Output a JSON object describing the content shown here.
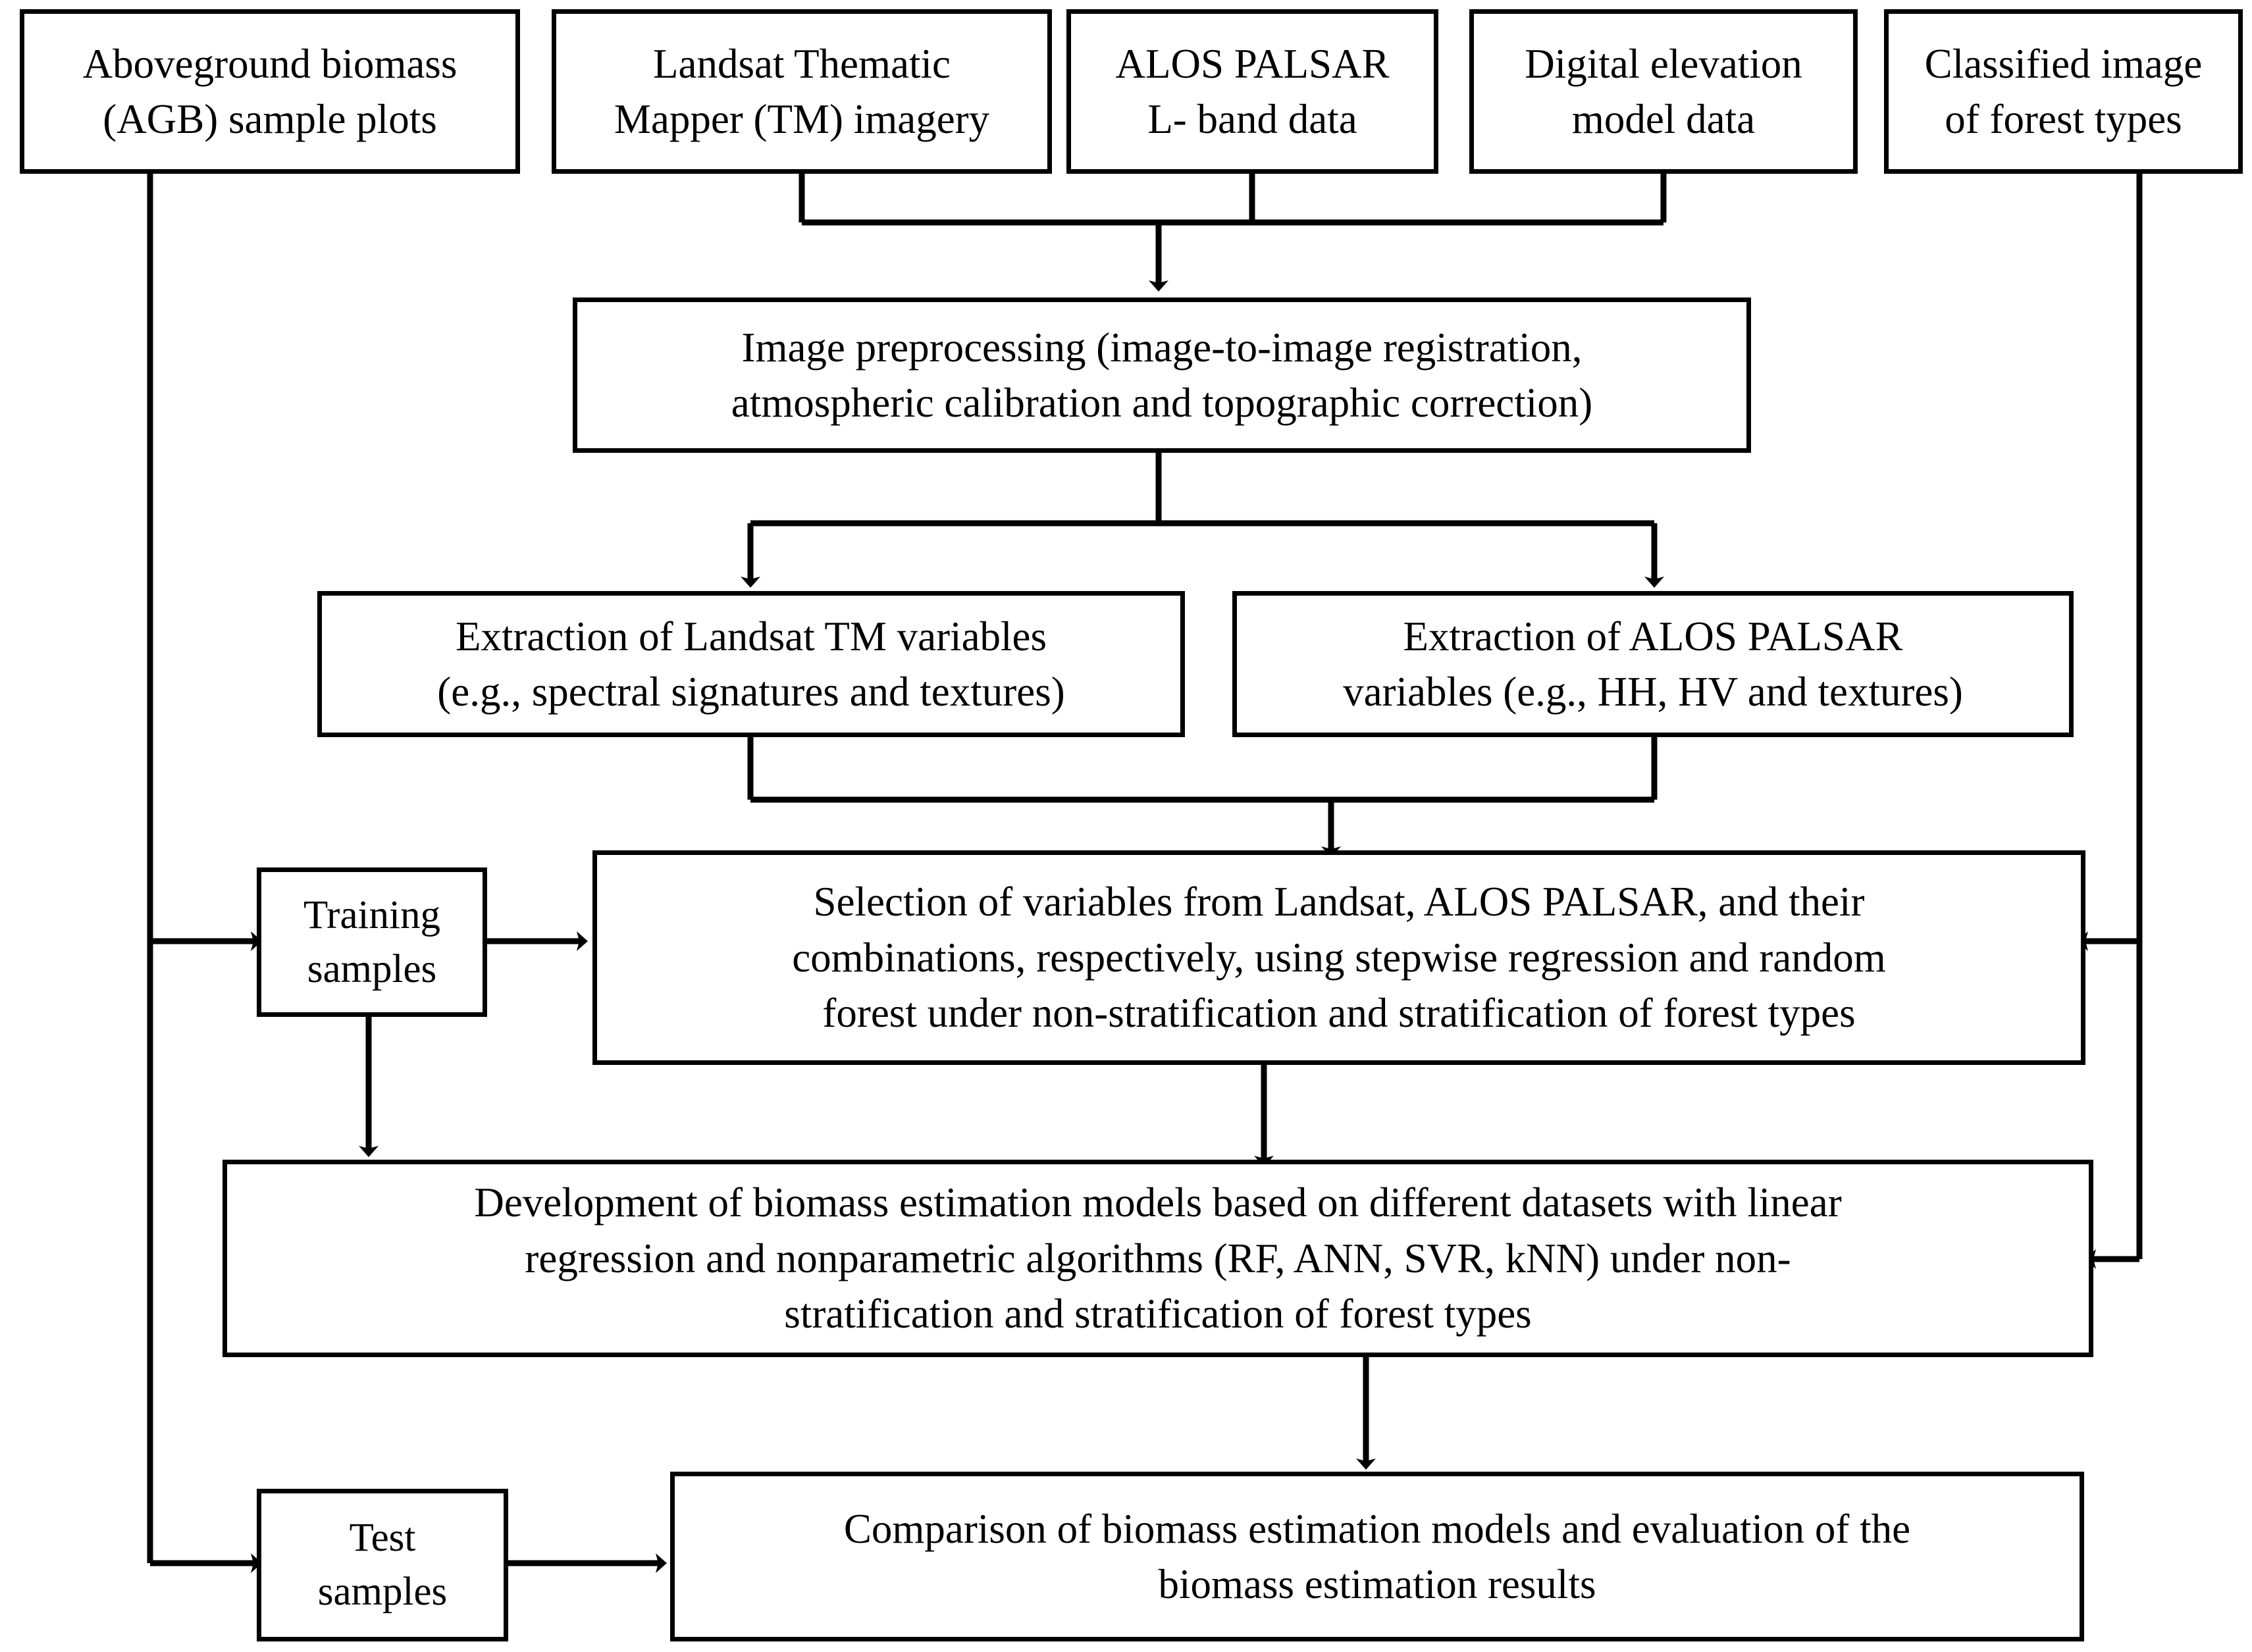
{
  "diagram": {
    "title": "Biomass estimation workflow flowchart",
    "background": "#ffffff",
    "line_color": "#000000",
    "nodes": {
      "agb": "Aboveground biomass\n(AGB) sample plots",
      "landsat": "Landsat Thematic\nMapper (TM) imagery",
      "palsar": "ALOS PALSAR\nL- band data",
      "dem": "Digital elevation\nmodel data",
      "classified": "Classified image\nof forest types",
      "preprocessing": "Image preprocessing (image-to-image registration,\natmospheric calibration and topographic correction)",
      "extract_tm": "Extraction of Landsat TM variables\n(e.g., spectral signatures and textures)",
      "extract_palsar": "Extraction of ALOS PALSAR\nvariables (e.g., HH, HV and textures)",
      "training": "Training\nsamples",
      "selection": "Selection of variables from Landsat, ALOS PALSAR, and their\ncombinations, respectively, using stepwise regression and random\nforest under non-stratification and stratification of forest types",
      "development": "Development of biomass estimation models based on different datasets with linear\nregression and nonparametric algorithms (RF, ANN, SVR, kNN) under non-\nstratification and stratification of forest types",
      "test": "Test\nsamples",
      "comparison": "Comparison of biomass estimation models and evaluation of the\nbiomass estimation results"
    },
    "edges": [
      {
        "name": "landsat-to-preprocessing",
        "from": "landsat",
        "to": "preprocessing"
      },
      {
        "name": "palsar-to-preprocessing",
        "from": "palsar",
        "to": "preprocessing"
      },
      {
        "name": "dem-to-preprocessing",
        "from": "dem",
        "to": "preprocessing"
      },
      {
        "name": "preprocessing-to-extract-tm",
        "from": "preprocessing",
        "to": "extract_tm"
      },
      {
        "name": "preprocessing-to-extract-palsar",
        "from": "preprocessing",
        "to": "extract_palsar"
      },
      {
        "name": "extract-tm-to-selection",
        "from": "extract_tm",
        "to": "selection"
      },
      {
        "name": "extract-palsar-to-selection",
        "from": "extract_palsar",
        "to": "selection"
      },
      {
        "name": "agb-to-training",
        "from": "agb",
        "to": "training"
      },
      {
        "name": "agb-to-test",
        "from": "agb",
        "to": "test"
      },
      {
        "name": "training-to-selection",
        "from": "training",
        "to": "selection"
      },
      {
        "name": "training-to-development",
        "from": "training",
        "to": "development"
      },
      {
        "name": "selection-to-development",
        "from": "selection",
        "to": "development"
      },
      {
        "name": "development-to-comparison",
        "from": "development",
        "to": "comparison"
      },
      {
        "name": "test-to-comparison",
        "from": "test",
        "to": "comparison"
      },
      {
        "name": "classified-to-selection",
        "from": "classified",
        "to": "selection"
      },
      {
        "name": "classified-to-development",
        "from": "classified",
        "to": "development"
      }
    ]
  }
}
